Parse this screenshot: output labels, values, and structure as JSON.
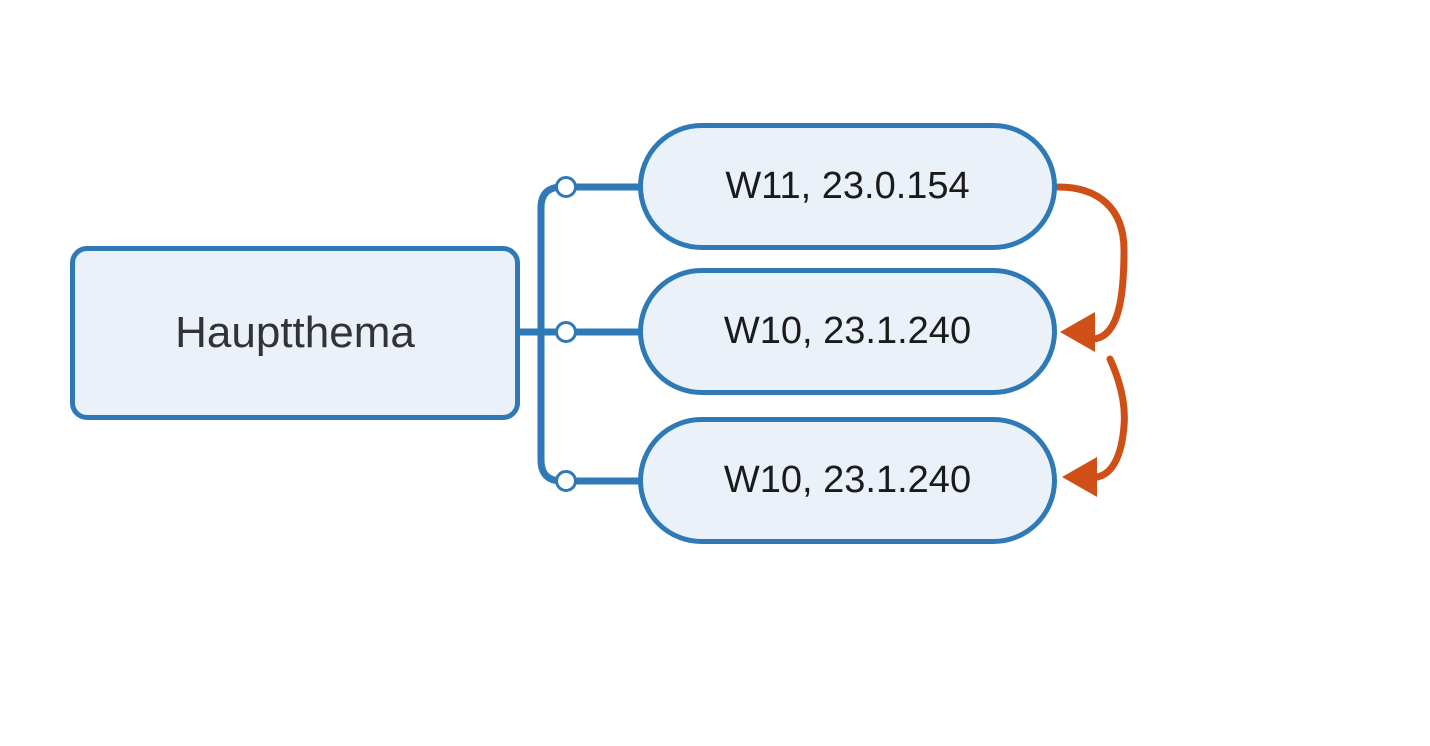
{
  "diagram": {
    "root": {
      "label": "Hauptthema"
    },
    "children": [
      {
        "label": "W11, 23.0.154"
      },
      {
        "label": "W10, 23.1.240"
      },
      {
        "label": "W10, 23.1.240"
      }
    ],
    "relationships": [
      {
        "from_index": 0,
        "to_index": 1
      },
      {
        "from_index": 1,
        "to_index": 2
      }
    ]
  },
  "colors": {
    "background": "#ffffff",
    "branch": "#3079b7",
    "node_border": "#3079b7",
    "node_fill": "#ebf1f9",
    "handle_fill": "#ffffff",
    "relationship": "#d04f17",
    "root_text": "#323237",
    "child_text": "#1b1b1b"
  }
}
